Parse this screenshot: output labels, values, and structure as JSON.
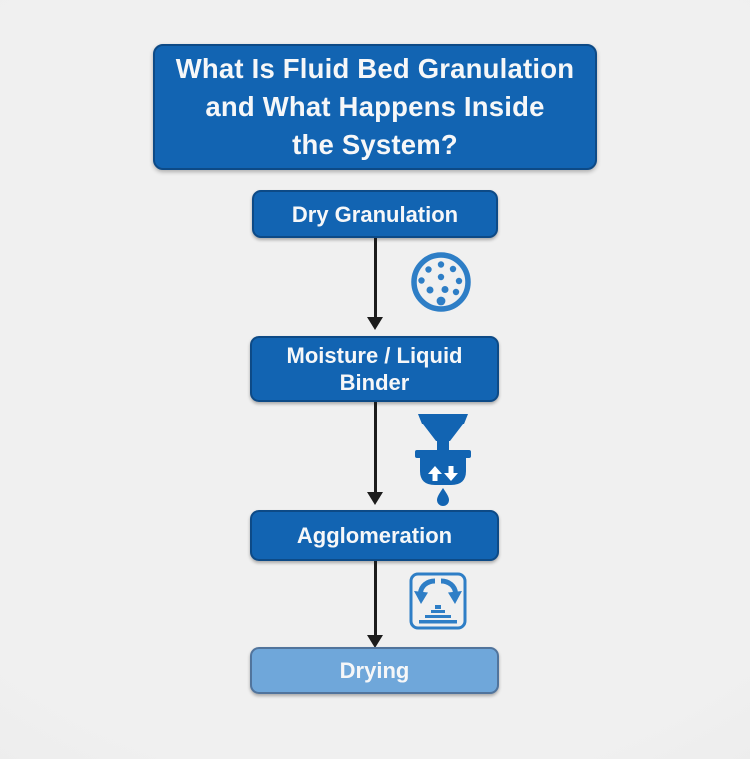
{
  "colors": {
    "background": "#ededed",
    "box_blue": "#1264b2",
    "box_border": "#0d4a86",
    "light_blue": "#6fa7da",
    "light_border": "#51749c",
    "icon_blue": "#2e7ec6",
    "arrow_black": "#1c1c1c",
    "text_white": "#f6f7f8"
  },
  "title": {
    "lines": [
      "What Is Fluid Bed Granulation",
      "and What Happens Inside",
      "the System?"
    ]
  },
  "flow": {
    "steps": [
      {
        "label": "Dry Granulation",
        "style": "dark"
      },
      {
        "label": "Moisture / Liquid Binder",
        "style": "dark"
      },
      {
        "label": "Agglomeration",
        "style": "dark"
      },
      {
        "label": "Drying",
        "style": "light"
      }
    ],
    "icons": [
      {
        "name": "particles-circle-icon",
        "meaning": "dry powder particles"
      },
      {
        "name": "spray-nozzle-icon",
        "meaning": "liquid binder spray with droplet"
      },
      {
        "name": "drying-bed-icon",
        "meaning": "air circulation over particle bed"
      }
    ]
  }
}
